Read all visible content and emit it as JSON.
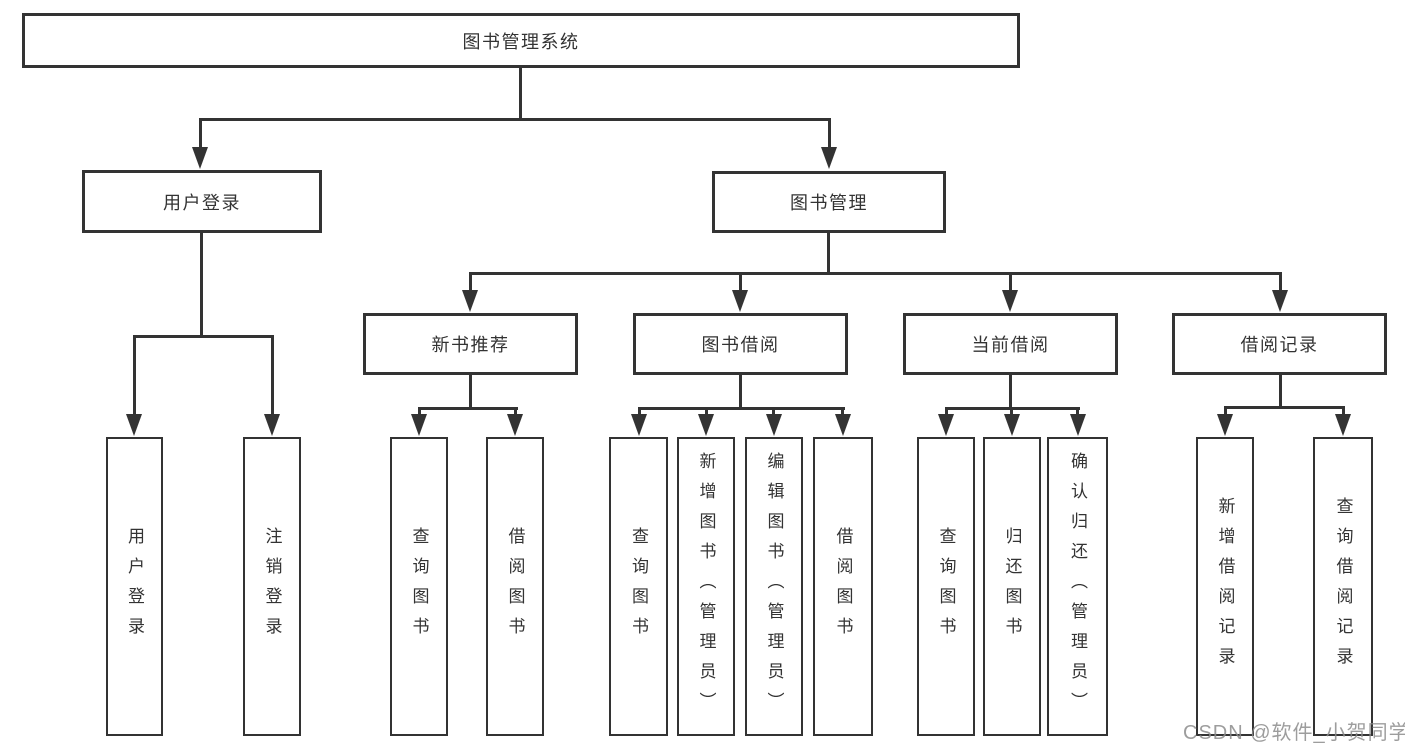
{
  "tree": {
    "root": {
      "label": "图书管理系统",
      "children": [
        {
          "label": "用户登录",
          "children": [
            {
              "label": "用户登录"
            },
            {
              "label": "注销登录"
            }
          ]
        },
        {
          "label": "图书管理",
          "children": [
            {
              "label": "新书推荐",
              "children": [
                {
                  "label": "查询图书"
                },
                {
                  "label": "借阅图书"
                }
              ]
            },
            {
              "label": "图书借阅",
              "children": [
                {
                  "label": "查询图书"
                },
                {
                  "label": "新增图书（管理员）"
                },
                {
                  "label": "编辑图书（管理员）"
                },
                {
                  "label": "借阅图书"
                }
              ]
            },
            {
              "label": "当前借阅",
              "children": [
                {
                  "label": "查询图书"
                },
                {
                  "label": "归还图书"
                },
                {
                  "label": "确认归还（管理员）"
                }
              ]
            },
            {
              "label": "借阅记录",
              "children": [
                {
                  "label": "新增借阅记录"
                },
                {
                  "label": "查询借阅记录"
                }
              ]
            }
          ]
        }
      ]
    }
  },
  "watermark": {
    "text": "CSDN @软件_小贺同学"
  },
  "colors": {
    "line": "#333333",
    "text": "#333333",
    "background": "#ffffff",
    "watermark": "#8c8c8c"
  }
}
